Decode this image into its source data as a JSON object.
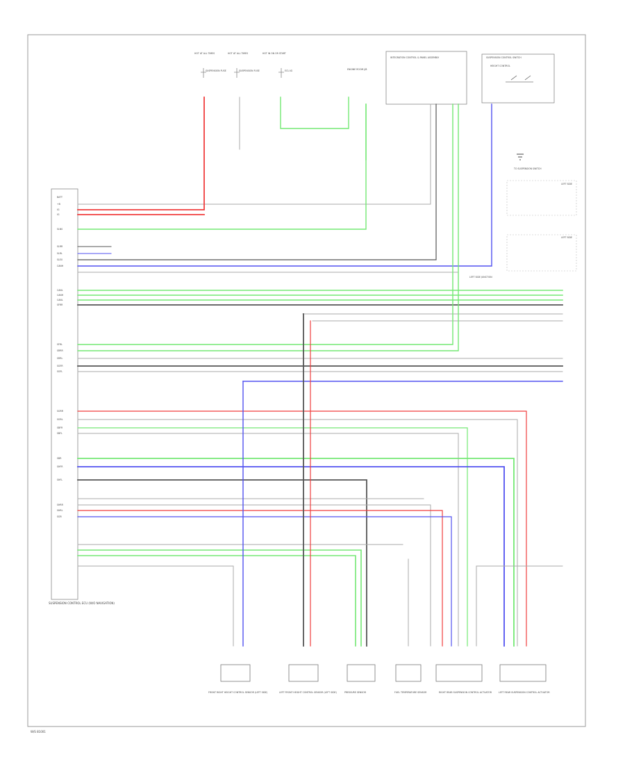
{
  "top_labels": {
    "hot1": "HOT AT ALL TIMES",
    "hot2": "HOT AT ALL TIMES",
    "hot3": "HOT IN ON OR START",
    "fuse1": "SUSPENSION FUSE",
    "fuse2": "SUSPENSION FUSE",
    "fuse3": "ECU-IG",
    "ground_note": "ENGINE ROOM J/B",
    "jb_label": "INTEGRATION CONTROL & PANEL ASSEMBLY",
    "switch_label": "SUSPENSION CONTROL SWITCH",
    "height_sw": "HEIGHT CONTROL",
    "sensor_sw": "TO SUSPENSION SWITCH"
  },
  "ecu": {
    "label": "SUSPENSION CONTROL ECU (W/O NAVIGATION)"
  },
  "ecu_pins": [
    {
      "name": "BATT"
    },
    {
      "name": "+B"
    },
    {
      "name": "IG"
    },
    {
      "name": "IG"
    },
    {
      "name": "SLNS"
    },
    {
      "name": "SLRR"
    },
    {
      "name": "SLRL"
    },
    {
      "name": "SLEX"
    },
    {
      "name": "CANH"
    },
    {
      "name": "CANL"
    },
    {
      "name": "CANH"
    },
    {
      "name": "CANL"
    },
    {
      "name": "SFRR"
    },
    {
      "name": "SFRL"
    },
    {
      "name": "SRRR"
    },
    {
      "name": "SRRL"
    },
    {
      "name": "SGFR"
    },
    {
      "name": "SGFL"
    },
    {
      "name": "SGRR"
    },
    {
      "name": "SGRL"
    },
    {
      "name": "SBFR"
    },
    {
      "name": "SBFL"
    },
    {
      "name": "SBR"
    },
    {
      "name": "SHFR"
    },
    {
      "name": "SHFL"
    },
    {
      "name": "SHRR"
    },
    {
      "name": "SHRL"
    },
    {
      "name": "SGR"
    }
  ],
  "right_labels": [
    {
      "text": "LEFT SIDE"
    },
    {
      "text": "LEFT SIDE"
    },
    {
      "text": "LEFT SIDE JUNCTION"
    }
  ],
  "bottom_components": [
    {
      "text": "FRONT RIGHT HEIGHT CONTROL SENSOR (LEFT SIDE)"
    },
    {
      "text": "LEFT FRONT HEIGHT CONTROL SENSOR (LEFT SIDE)"
    },
    {
      "text": "PRESSURE SENSOR"
    },
    {
      "text": "FUEL TEMPERATURE SENSOR"
    },
    {
      "text": "RIGHT REAR SUSPENSION CONTROL ACTUATOR"
    },
    {
      "text": "LEFT REAR SUSPENSION CONTROL ACTUATOR"
    }
  ],
  "footer": {
    "code": "W/S 81001"
  },
  "colors": {
    "red": "#f03c3c",
    "green": "#73e873",
    "blue": "#5050f0",
    "gray": "#555555",
    "black": "#222222",
    "light": "#aaaaaa",
    "border": "#9a9a9a"
  }
}
